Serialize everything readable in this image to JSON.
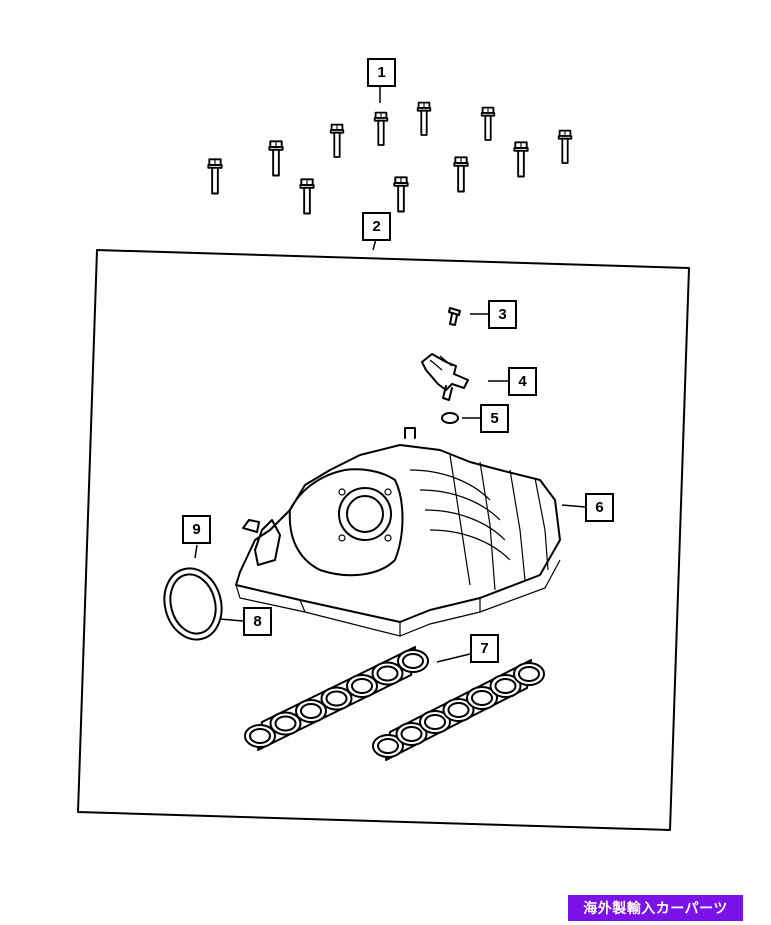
{
  "diagram": {
    "callouts": [
      {
        "id": "callout-1",
        "label": "1"
      },
      {
        "id": "callout-2",
        "label": "2"
      },
      {
        "id": "callout-3",
        "label": "3"
      },
      {
        "id": "callout-4",
        "label": "4"
      },
      {
        "id": "callout-5",
        "label": "5"
      },
      {
        "id": "callout-6",
        "label": "6"
      },
      {
        "id": "callout-7",
        "label": "7"
      },
      {
        "id": "callout-8",
        "label": "8"
      },
      {
        "id": "callout-9",
        "label": "9"
      }
    ]
  },
  "badge": {
    "text": "海外製輸入カーパーツ",
    "background": "#7b12e8",
    "color": "#ffffff"
  }
}
